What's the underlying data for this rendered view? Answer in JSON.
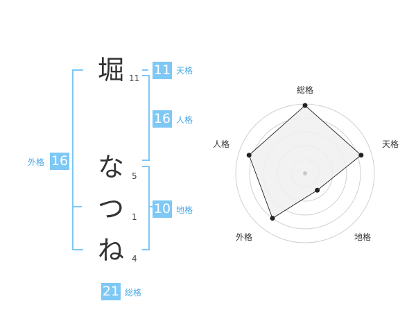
{
  "name": {
    "chars": [
      {
        "char": "堀",
        "strokes": "11"
      },
      {
        "char": "な",
        "strokes": "5"
      },
      {
        "char": "つ",
        "strokes": "1"
      },
      {
        "char": "ね",
        "strokes": "4"
      }
    ]
  },
  "fortune": {
    "tenkaku": {
      "value": "11",
      "label": "天格"
    },
    "jinkaku": {
      "value": "16",
      "label": "人格"
    },
    "chikaku": {
      "value": "10",
      "label": "地格"
    },
    "gaikaku": {
      "value": "16",
      "label": "外格"
    },
    "soukaku": {
      "value": "21",
      "label": "総格"
    }
  },
  "colors": {
    "accent": "#7ec8f5",
    "label": "#49a8e6",
    "text": "#333333",
    "radar_fill": "#f0f0f0"
  },
  "chart_data": {
    "type": "radar",
    "axes": [
      "総格",
      "天格",
      "地格",
      "外格",
      "人格"
    ],
    "values": [
      0.98,
      0.85,
      0.3,
      0.8,
      0.85
    ],
    "rings": 5,
    "range": [
      0,
      1
    ]
  }
}
